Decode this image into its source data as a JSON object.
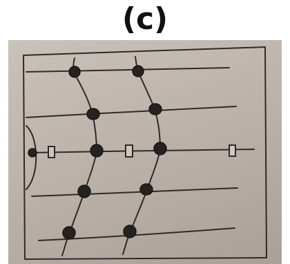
{
  "header": {
    "panel_label": "(c)"
  },
  "colors": {
    "background": "#ffffff",
    "paper": "#bfb7ae",
    "ink": "#2e2a27",
    "node": "#25221f"
  },
  "sketch": {
    "node_count": 11,
    "box_marker_count": 3,
    "horizontal_line_count": 5
  }
}
